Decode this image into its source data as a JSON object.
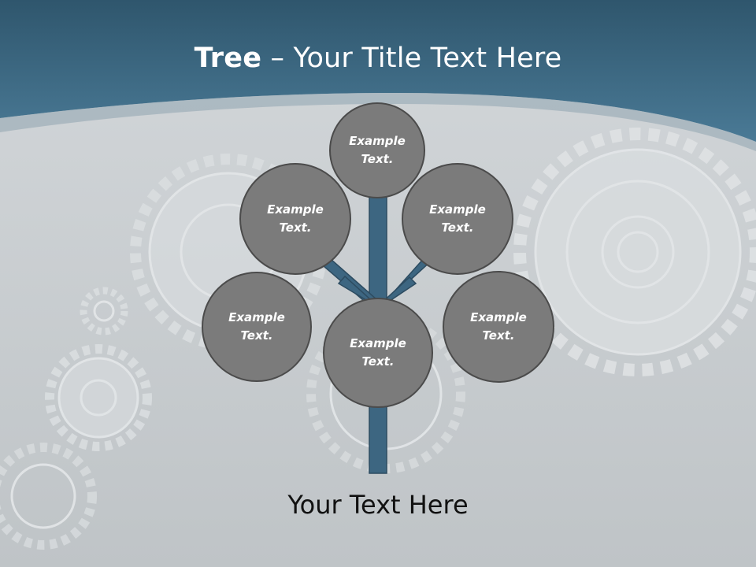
{
  "slide": {
    "title_bold": "Tree",
    "title_rest": " – Your Title Text Here",
    "footer": "Your Text Here"
  },
  "colors": {
    "header": "#3f6c88",
    "trunk": "#3d6681",
    "node_fill": "#7b7b7b",
    "node_border": "#4b4b4b"
  },
  "nodes": [
    {
      "label": "Example\nText."
    },
    {
      "label": "Example\nText."
    },
    {
      "label": "Example\nText."
    },
    {
      "label": "Example\nText."
    },
    {
      "label": "Example\nText."
    },
    {
      "label": "Example\nText."
    }
  ]
}
